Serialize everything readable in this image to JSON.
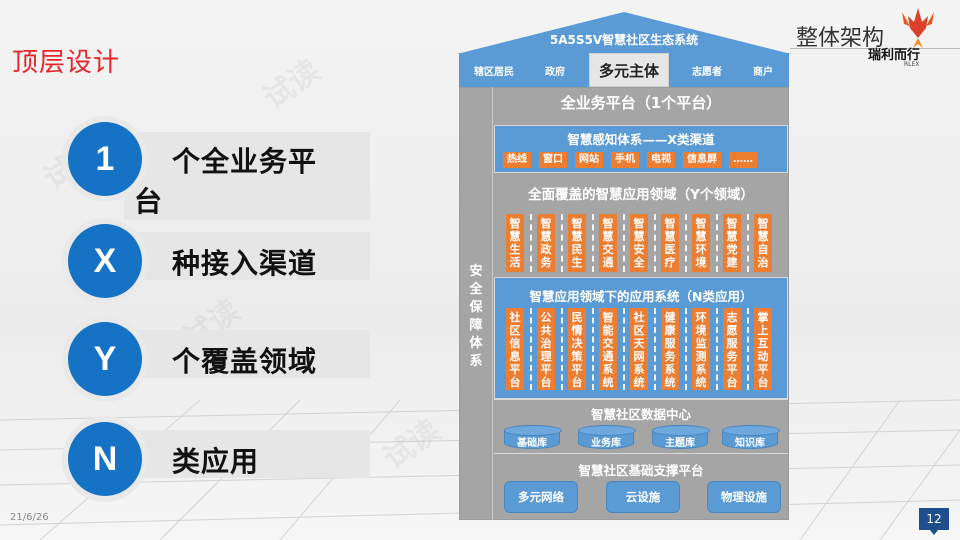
{
  "slide": {
    "title": "顶层设计",
    "corner_title": "整体架构",
    "logo": {
      "name": "瑞利而行",
      "sub": "RLEX"
    },
    "date": "21/6/26",
    "page_number": "12"
  },
  "summary_items": [
    {
      "badge": "1",
      "label_line1": "个全业务平",
      "label_line2": "台"
    },
    {
      "badge": "X",
      "label": "种接入渠道"
    },
    {
      "badge": "Y",
      "label": "个覆盖领域"
    },
    {
      "badge": "N",
      "label": "类应用"
    }
  ],
  "architecture": {
    "roof_title": "5A5S5V智慧社区生态系统",
    "actors": [
      "辖区居民",
      "政府",
      "多元主体",
      "志愿者",
      "商户"
    ],
    "security_label": "安全保障体系",
    "platform_title": "全业务平台（1个平台）",
    "perception": {
      "title": "智慧感知体系——X类渠道",
      "channels": [
        "热线",
        "窗口",
        "网站",
        "手机",
        "电视",
        "信息屏",
        "……"
      ]
    },
    "domains": {
      "title": "全面覆盖的智慧应用领域（Y个领域）",
      "items": [
        "智慧生活",
        "智慧政务",
        "智慧民生",
        "智慧交通",
        "智慧安全",
        "智慧医疗",
        "智慧环境",
        "智慧党建",
        "智慧自治"
      ]
    },
    "applications": {
      "title": "智慧应用领域下的应用系统（N类应用）",
      "items": [
        "社区信息平台",
        "公共治理平台",
        "民情决策平台",
        "智能交通系统",
        "社区天网系统",
        "健康服务系统",
        "环境监测系统",
        "志愿服务平台",
        "掌上互动平台"
      ]
    },
    "data_center": {
      "title": "智慧社区数据中心",
      "databases": [
        "基础库",
        "业务库",
        "主题库",
        "知识库"
      ]
    },
    "support": {
      "title": "智慧社区基础支撑平台",
      "items": [
        "多元网络",
        "云设施",
        "物理设施"
      ]
    }
  },
  "colors": {
    "title_red": "#e8262a",
    "badge_blue": "#1672c4",
    "panel_blue": "#5b9bd5",
    "chip_orange": "#ed7d31",
    "house_gray": "#a5a5a5",
    "page_badge": "#1f4e8c"
  }
}
